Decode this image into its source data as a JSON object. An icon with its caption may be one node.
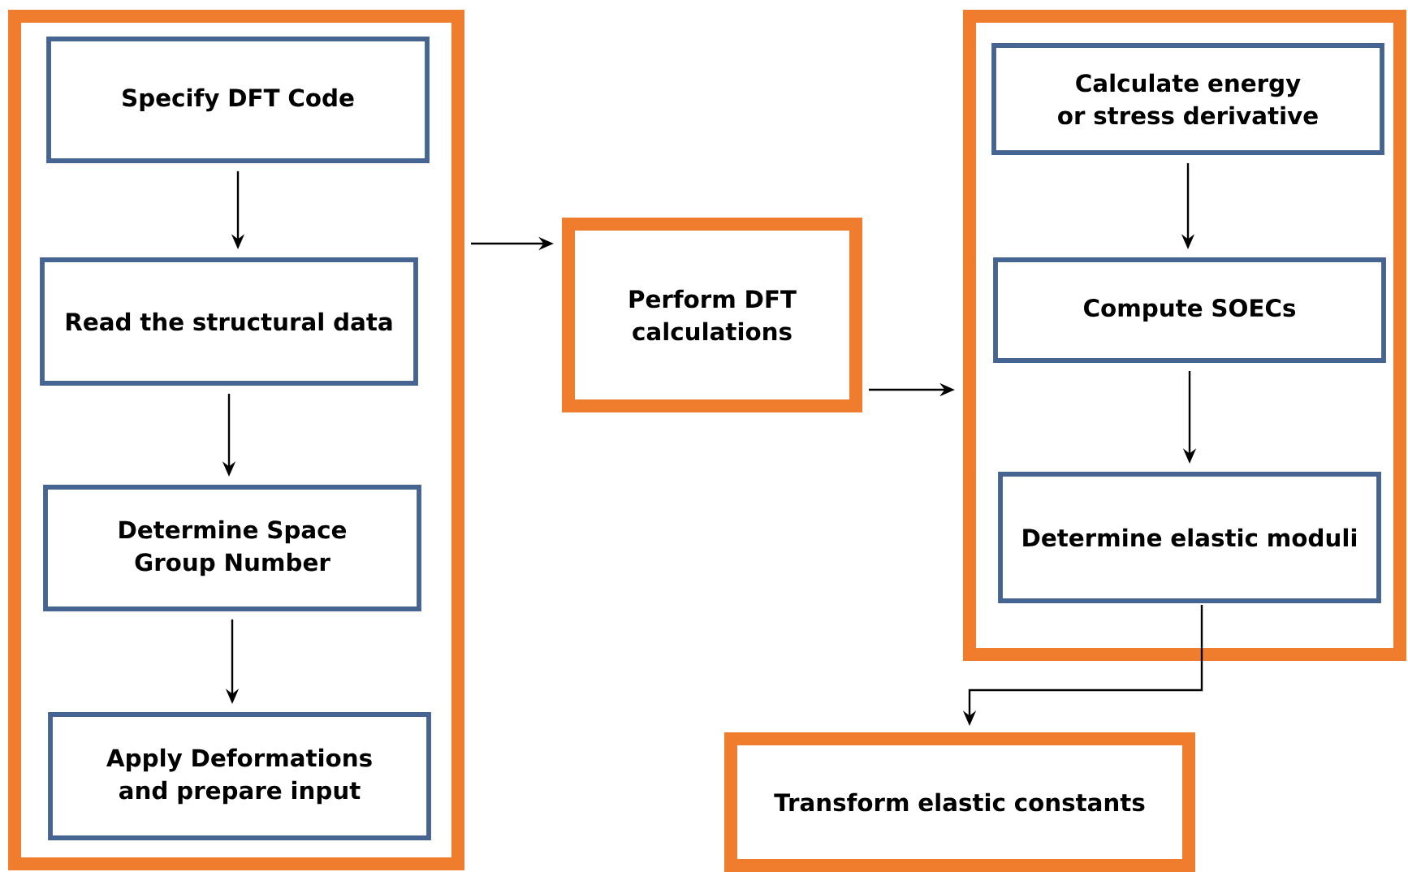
{
  "diagram": {
    "nodes": [
      {
        "text": [],
        "shape": "box"
      },
      {
        "text": [
          "Specify DFT Code"
        ],
        "in": 0
      },
      {
        "text": [
          "Read the structural data"
        ],
        "in": 0
      },
      {
        "text": [
          "Determine Space Group Number"
        ],
        "in": 0
      },
      {
        "text": [
          "Apply Deformations and prepare input"
        ],
        "in": 0
      },
      {
        "text": [
          "Perform DFT calculations"
        ]
      },
      {
        "text": [],
        "shape": "box"
      },
      {
        "text": [
          "Calculate energy or stress derivative"
        ],
        "in": 6
      },
      {
        "text": [
          "Compute SOECs"
        ],
        "in": 6
      },
      {
        "text": [
          "Determine elastic moduli"
        ],
        "in": 6
      },
      {
        "text": [
          "Transform elastic constants"
        ]
      }
    ],
    "edges": [
      {
        "from": 1,
        "to": 2,
        "arrow": "to"
      },
      {
        "from": 2,
        "to": 3,
        "arrow": "to"
      },
      {
        "from": 3,
        "to": 4,
        "arrow": "to"
      },
      {
        "from": 0,
        "to": 5,
        "arrow": "to"
      },
      {
        "from": 5,
        "to": 6,
        "arrow": "to"
      },
      {
        "from": 7,
        "to": 8,
        "arrow": "to"
      },
      {
        "from": 8,
        "to": 9,
        "arrow": "to"
      },
      {
        "from": 9,
        "to": 10,
        "arrow": "to"
      }
    ]
  }
}
